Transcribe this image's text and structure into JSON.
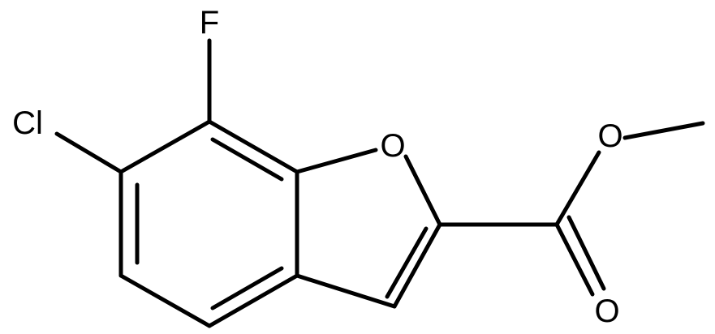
{
  "molecule": {
    "atoms": {
      "fluorine": "F",
      "chlorine": "Cl",
      "ring_oxygen": "O",
      "ester_oxygen": "O",
      "carbonyl_oxygen": "O"
    }
  }
}
